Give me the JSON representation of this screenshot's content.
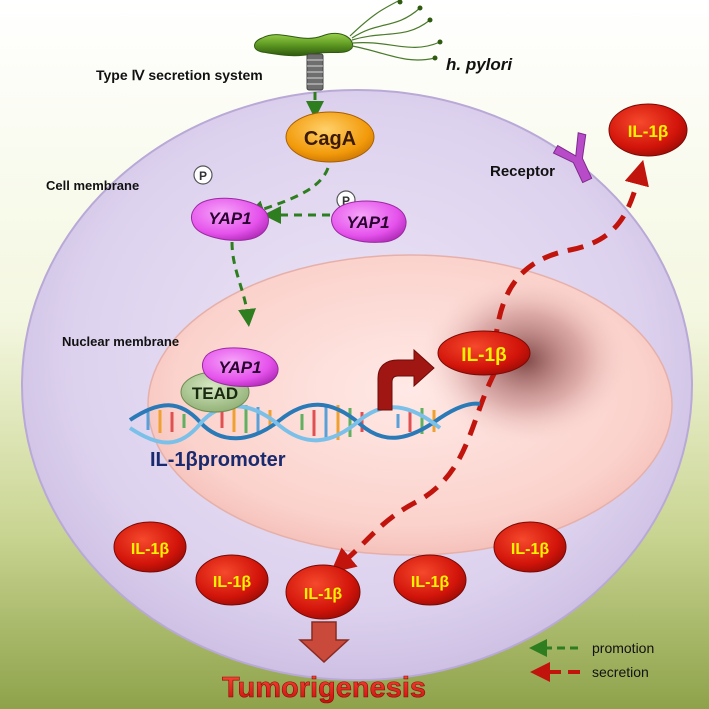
{
  "labels": {
    "secretion_system": "Type Ⅳ secretion system",
    "bacterium": "h. pylori",
    "cell_membrane": "Cell membrane",
    "nuclear_membrane": "Nuclear membrane",
    "receptor": "Receptor",
    "cagA": "CagA",
    "yap1": "YAP1",
    "phospho": "P",
    "tead": "TEAD",
    "promoter": "IL-1βpromoter",
    "il1b": "IL-1β",
    "tumorigenesis": "Tumorigenesis"
  },
  "legend": {
    "promotion": "promotion",
    "secretion": "secretion"
  },
  "colors": {
    "promotion_arrow": "#2e7d1e",
    "secretion_arrow": "#c0140c",
    "il1b_fill": "#d2140a",
    "il1b_text": "#fff200",
    "yap1_fill": "#e552ec",
    "cagA_fill": "#f29a0a",
    "tead_fill": "#a6c48a",
    "tumorigenesis_text": "#e01a14"
  },
  "icons": {
    "bacterium": "h-pylori-bacterium-icon",
    "receptor": "receptor-icon",
    "dna": "dna-double-helix-icon",
    "transcription_arrow": "curved-red-arrow-icon",
    "outcome_arrow": "down-block-arrow-icon"
  }
}
